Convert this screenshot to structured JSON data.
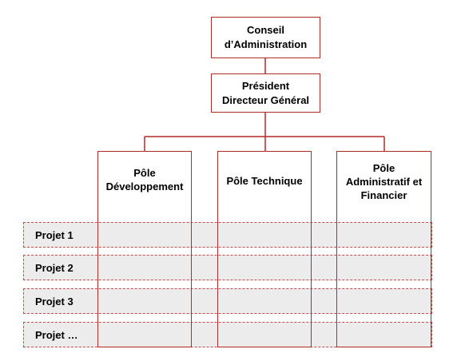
{
  "top": {
    "board": "Conseil\nd’Administration",
    "president": "Président\nDirecteur Général"
  },
  "poles": [
    {
      "label": "Pôle\nDéveloppement"
    },
    {
      "label": "Pôle Technique"
    },
    {
      "label": "Pôle\nAdministratif et\nFinancier"
    }
  ],
  "projects": [
    {
      "label": "Projet 1"
    },
    {
      "label": "Projet 2"
    },
    {
      "label": "Projet 3"
    },
    {
      "label": "Projet …"
    }
  ],
  "colors": {
    "border": "#b22a2a",
    "row_fill": "#ececec",
    "text": "#000000"
  }
}
